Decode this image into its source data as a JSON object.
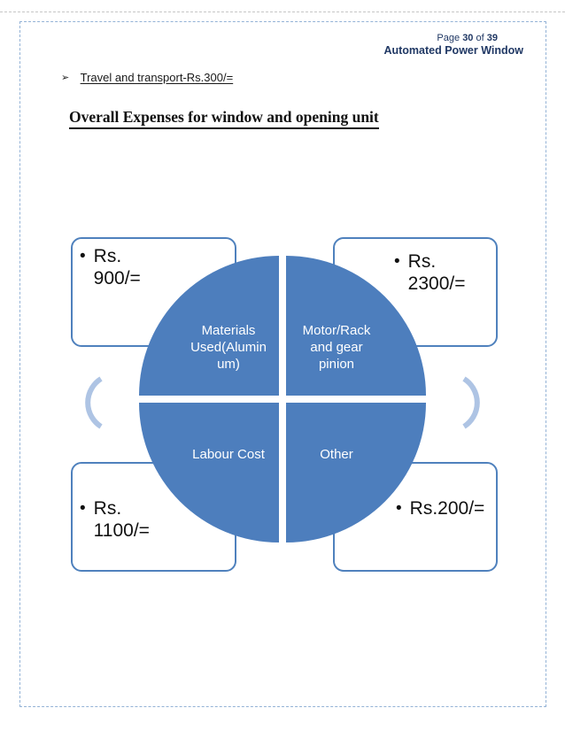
{
  "page": {
    "header": {
      "page_word": "Page",
      "page_number": "30",
      "of_word": "of",
      "page_total": "39",
      "doc_title": "Automated Power Window"
    },
    "bullet_item": {
      "glyph": "➢",
      "text": "Travel and transport-Rs.300/=",
      "amount_rs": 300
    },
    "heading": "Overall Expenses for window and opening unit"
  },
  "diagram": {
    "type": "quadrant-matrix",
    "bullet_glyph": "•",
    "quadrants": [
      {
        "position": "top-left",
        "label": "Materials\nUsed(Alumin\num)",
        "label_plain": "Materials Used(Aluminum)",
        "value": "Rs.\n900/=",
        "amount_rs": 900
      },
      {
        "position": "top-right",
        "label": "Motor/Rack\nand gear\npinion",
        "label_plain": "Motor/Rack and gear pinion",
        "value": "Rs.\n2300/=",
        "amount_rs": 2300
      },
      {
        "position": "bottom-left",
        "label": "Labour Cost",
        "label_plain": "Labour Cost",
        "value": "Rs.\n1100/=",
        "amount_rs": 1100
      },
      {
        "position": "bottom-right",
        "label": "Other",
        "label_plain": "Other",
        "value": "Rs.200/=",
        "amount_rs": 200
      }
    ],
    "colors": {
      "quadrant_fill": "#4d7ebd",
      "callout_border": "#4f81bd",
      "arc_stroke": "#aec4e4",
      "page_border_dash": "#93b2d6",
      "header_text": "#203864"
    }
  }
}
